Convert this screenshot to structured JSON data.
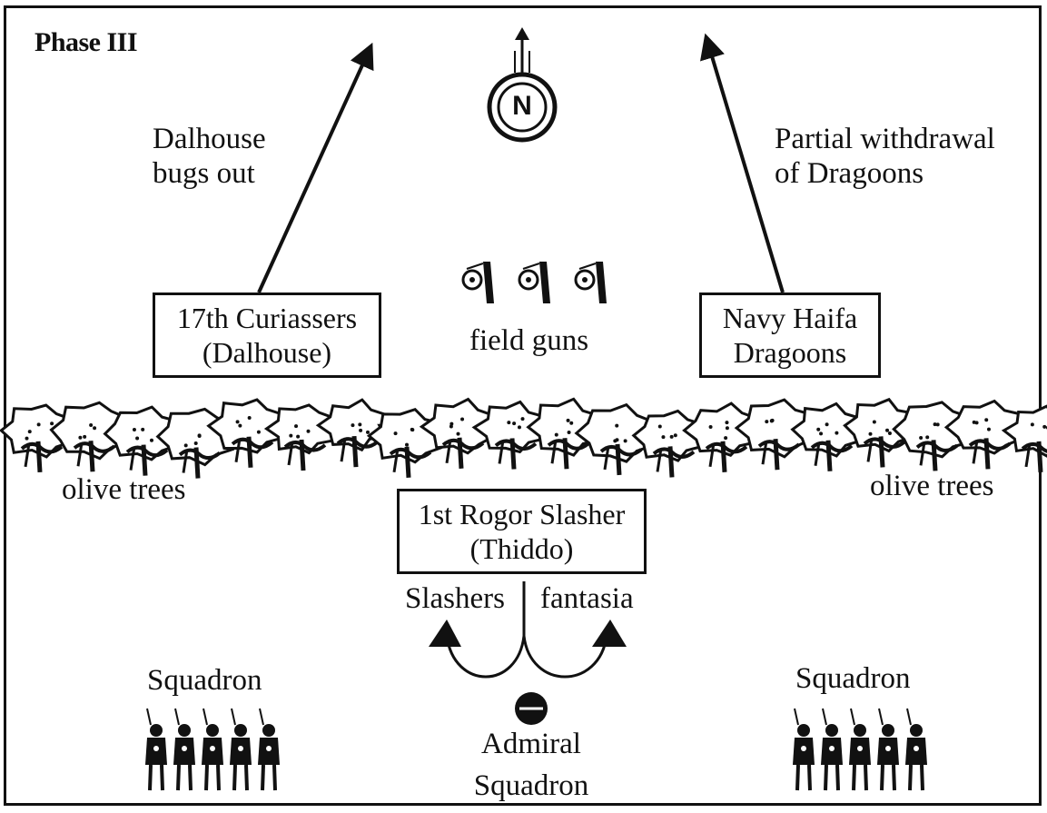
{
  "title": "Phase III",
  "compass": {
    "icon": "north-compass-icon",
    "letter": "N"
  },
  "annotations": {
    "dalhouse_move": [
      "Dalhouse",
      "bugs out"
    ],
    "dragoons_move": [
      "Partial withdrawal",
      "of Dragoons"
    ],
    "field_guns": "field guns",
    "olive_left": "olive trees",
    "olive_right": "olive trees",
    "maneuver_left": "Slashers",
    "maneuver_right": "fantasia",
    "squadron_left": "Squadron",
    "squadron_right": "Squadron",
    "admiral": [
      "Admiral",
      "Squadron"
    ]
  },
  "units": {
    "curiassers": [
      "17th Curiassers",
      "(Dalhouse)"
    ],
    "dragoons": [
      "Navy Haifa",
      "Dragoons"
    ],
    "slasher": [
      "1st Rogor Slasher",
      "(Thiddo)"
    ]
  },
  "icons": {
    "field_gun": "field-gun-icon",
    "soldier": "soldier-icon",
    "tree": "olive-tree-icon",
    "admiral": "admiral-marker-icon"
  },
  "counts": {
    "field_guns": 3,
    "soldiers_per_squadron": 5
  }
}
